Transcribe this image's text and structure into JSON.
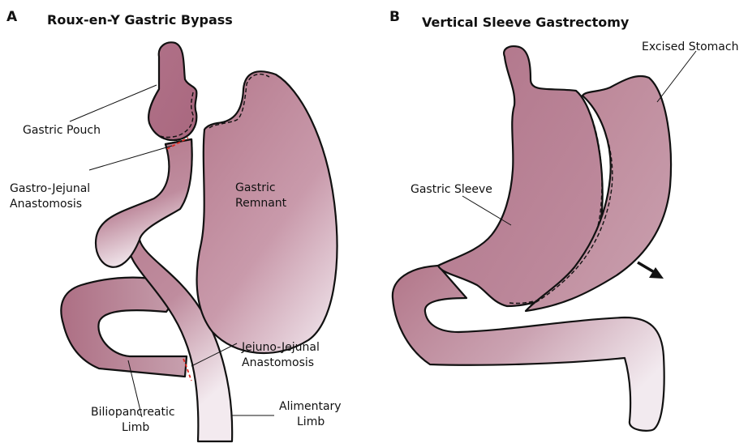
{
  "panels": [
    {
      "letter": "A",
      "title": "Roux-en-Y Gastric Bypass",
      "labels": {
        "gastric_pouch": "Gastric Pouch",
        "gj_line1": "Gastro-Jejunal",
        "gj_line2": "Anastomosis",
        "remnant_line1": "Gastric",
        "remnant_line2": "Remnant",
        "jj_line1": "Jejuno-Jejunal",
        "jj_line2": "Anastomosis",
        "bp_line1": "Biliopancreatic",
        "bp_line2": "Limb",
        "alim_line1": "Alimentary",
        "alim_line2": "Limb"
      }
    },
    {
      "letter": "B",
      "title": "Vertical Sleeve Gastrectomy",
      "labels": {
        "excised": "Excised Stomach",
        "sleeve": "Gastric Sleeve"
      }
    }
  ],
  "colors": {
    "tissue_dark": "#b57a8e",
    "tissue_light": "#f1e6ec",
    "outline": "#111111",
    "anastomosis": "#e0261f"
  }
}
